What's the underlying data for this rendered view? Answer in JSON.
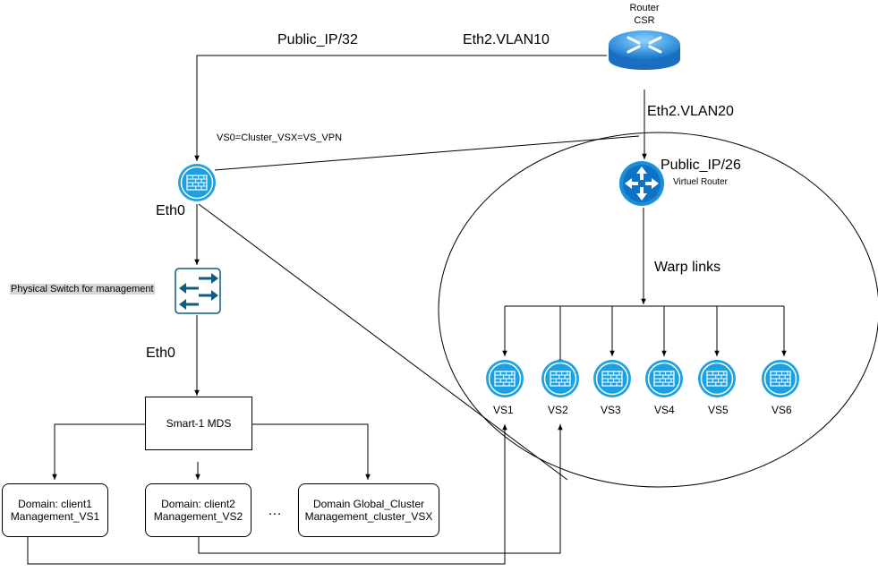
{
  "router": {
    "title_line1": "Router",
    "title_line2": "CSR"
  },
  "links": {
    "public_ip32": "Public_IP/32",
    "eth2_vlan10": "Eth2.VLAN10",
    "eth2_vlan20": "Eth2.VLAN20",
    "vs0_label": "VS0=Cluster_VSX=VS_VPN",
    "eth0_top": "Eth0",
    "eth0_switch": "Eth0",
    "warp_links": "Warp links",
    "ellipsis": "…"
  },
  "virtual_router": {
    "ip": "Public_IP/26",
    "name": "Virtuel Router"
  },
  "switch": {
    "label": "Physical Switch for management"
  },
  "mds": {
    "label": "Smart-1 MDS"
  },
  "domains": [
    {
      "line1": "Domain: client1",
      "line2": "Management_VS1"
    },
    {
      "line1": "Domain: client2",
      "line2": "Management_VS2"
    },
    {
      "line1": "Domain Global_Cluster",
      "line2": "Management_cluster_VSX"
    }
  ],
  "virtual_systems": [
    "VS1",
    "VS2",
    "VS3",
    "VS4",
    "VS5",
    "VS6"
  ],
  "colors": {
    "icon_blue": "#1ba1e2",
    "router_blue": "#2a8fd4",
    "switch_blue": "#0f5d7e"
  }
}
